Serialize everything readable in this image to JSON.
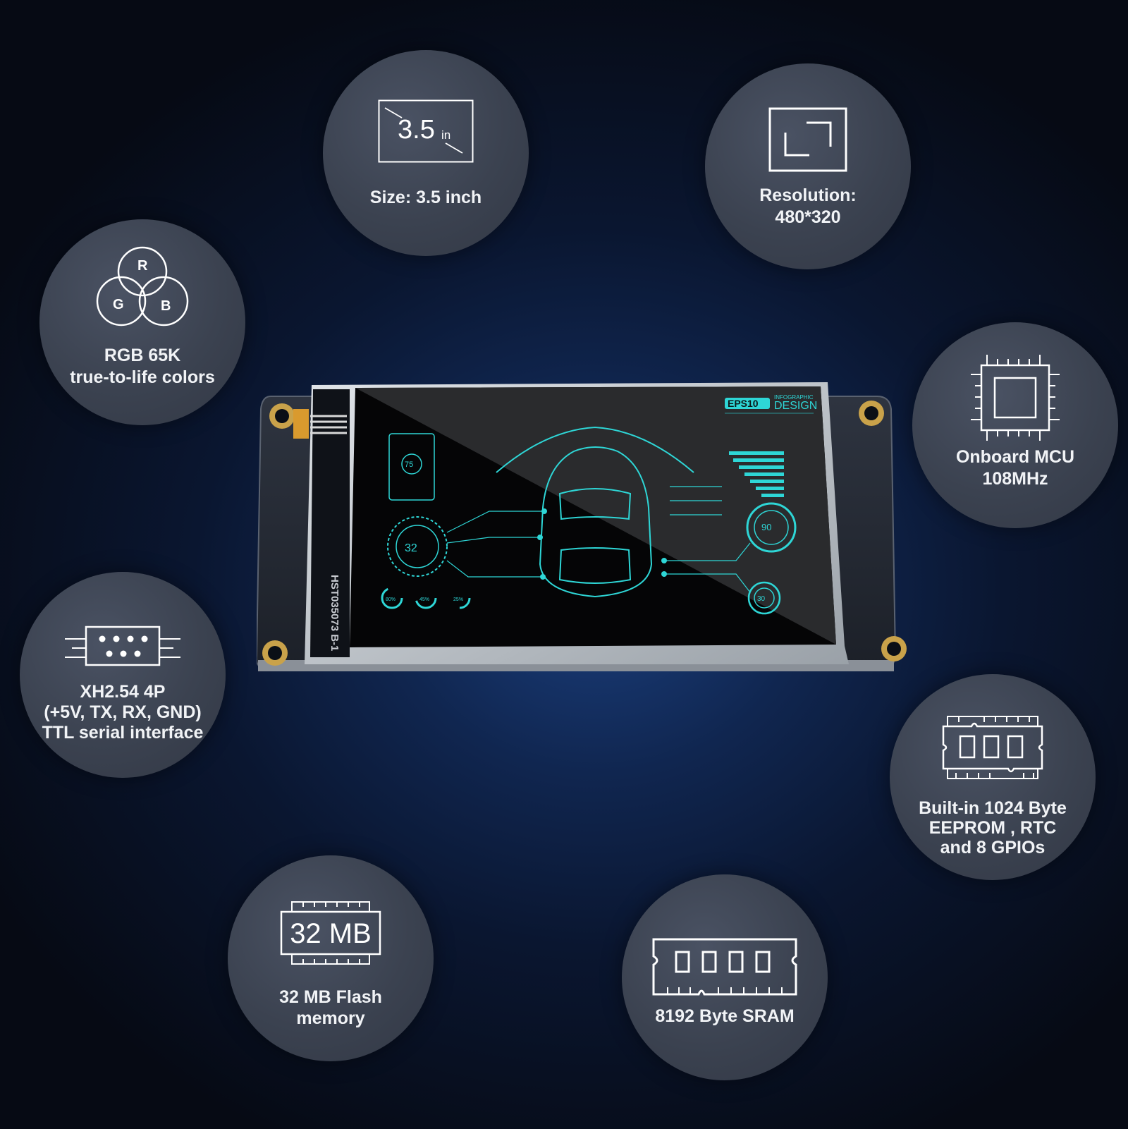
{
  "features": {
    "size": {
      "label": "Size: 3.5 inch",
      "icon_value": "3.5",
      "icon_unit": "in",
      "icon": "screen-diagonal-icon"
    },
    "resolution": {
      "label": "Resolution:\n480*320",
      "icon": "resolution-corner-icon"
    },
    "rgb": {
      "label": "RGB 65K\ntrue-to-life colors",
      "icon": "rgb-circles-icon",
      "r": "R",
      "g": "G",
      "b": "B"
    },
    "mcu": {
      "label": "Onboard MCU\n108MHz",
      "icon": "chip-icon"
    },
    "xh": {
      "label": "XH2.54 4P\n(+5V, TX, RX, GND)\nTTL serial interface",
      "icon": "connector-icon"
    },
    "eeprom": {
      "label": "Built-in 1024 Byte\nEEPROM , RTC\nand 8 GPIOs",
      "icon": "memory-module-icon"
    },
    "flash": {
      "label": "32 MB Flash\nmemory",
      "icon": "flash-chip-icon",
      "icon_text": "32 MB"
    },
    "sram": {
      "label": "8192 Byte SRAM",
      "icon": "ram-stick-icon"
    }
  },
  "device": {
    "pcb_text": "HST035073  B-1",
    "screen": {
      "badge": "EPS10",
      "heading_top": "INFOGRAPHIC",
      "heading_main": "DESIGN",
      "gauge_main": "32",
      "gauge_right": "90",
      "gauge_small": "30",
      "gauge_left": "75",
      "ring_values": [
        "80%",
        "45%",
        "25%"
      ]
    }
  },
  "colors": {
    "accent": "#2ed6d6",
    "bubble": "#3b4250",
    "background": "#0a1630"
  }
}
